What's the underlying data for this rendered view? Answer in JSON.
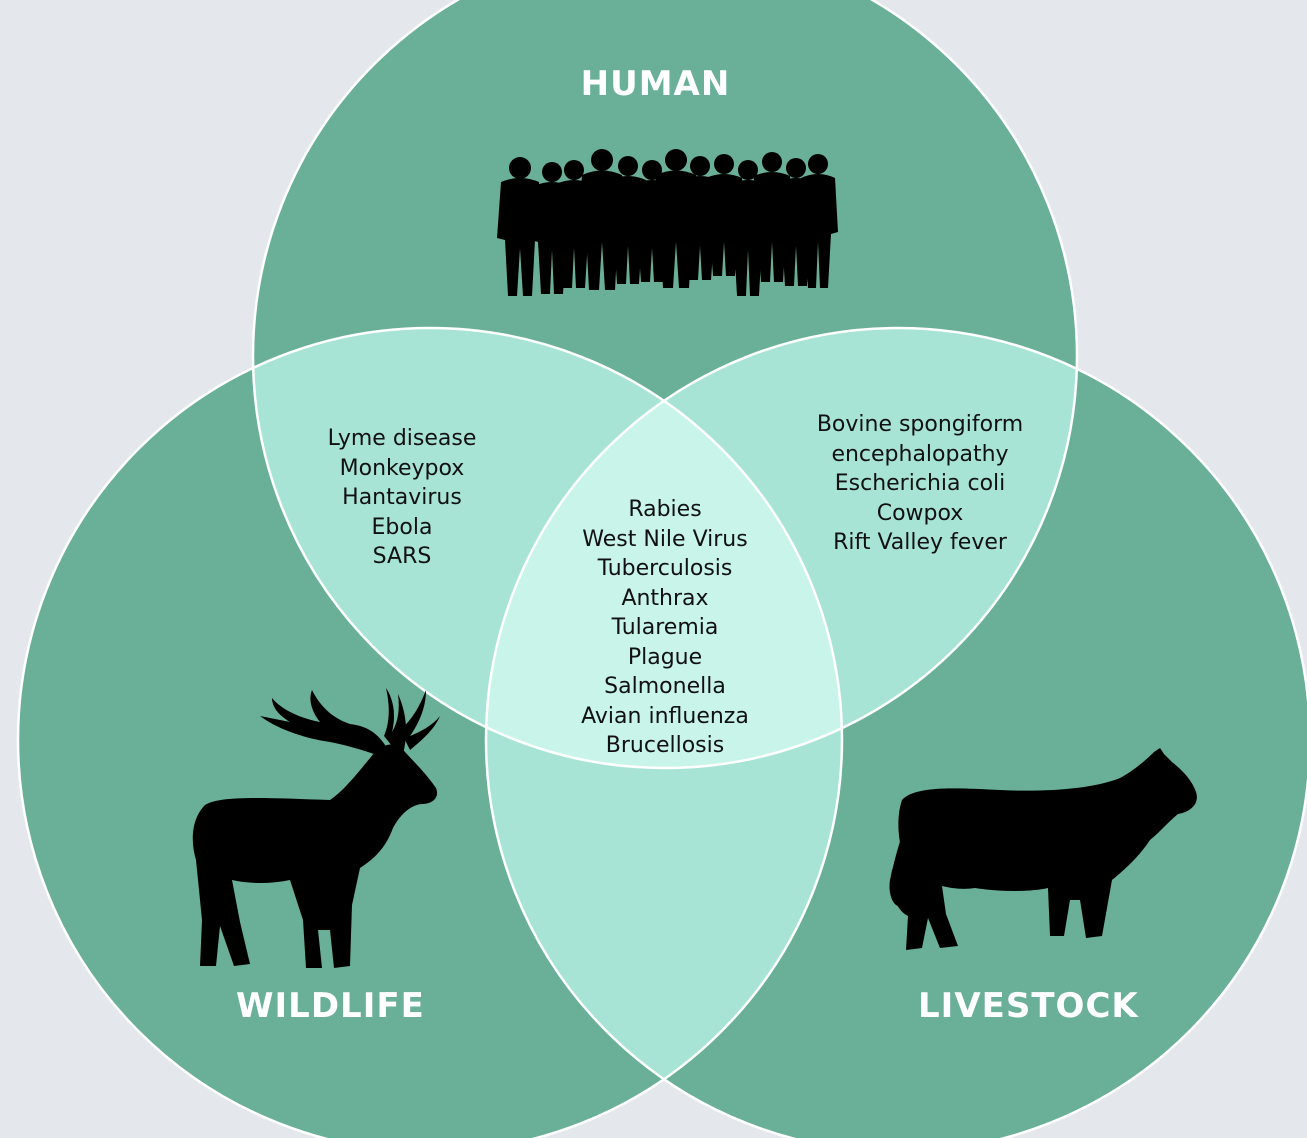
{
  "colors": {
    "background": "#e4e8ec",
    "circle": "#6aaf98",
    "pair_overlap": "#a8e4d6",
    "center_overlap": "#c9f4ea",
    "outline": "#ffffff",
    "silhouette": "#000000",
    "label": "#ffffff",
    "text": "#111111"
  },
  "circles": {
    "human": {
      "label": "HUMAN",
      "icon": "crowd-silhouette-icon"
    },
    "wildlife": {
      "label": "WILDLIFE",
      "icon": "elk-silhouette-icon"
    },
    "livestock": {
      "label": "LIVESTOCK",
      "icon": "cow-silhouette-icon"
    }
  },
  "regions": {
    "human_wildlife": [
      "Lyme disease",
      "Monkeypox",
      "Hantavirus",
      "Ebola",
      "SARS"
    ],
    "human_livestock": [
      "Bovine spongiform",
      "encephalopathy",
      "Escherichia coli",
      "Cowpox",
      "Rift Valley fever"
    ],
    "all_three": [
      "Rabies",
      "West Nile Virus",
      "Tuberculosis",
      "Anthrax",
      "Tularemia",
      "Plague",
      "Salmonella",
      "Avian influenza",
      "Brucellosis"
    ]
  }
}
